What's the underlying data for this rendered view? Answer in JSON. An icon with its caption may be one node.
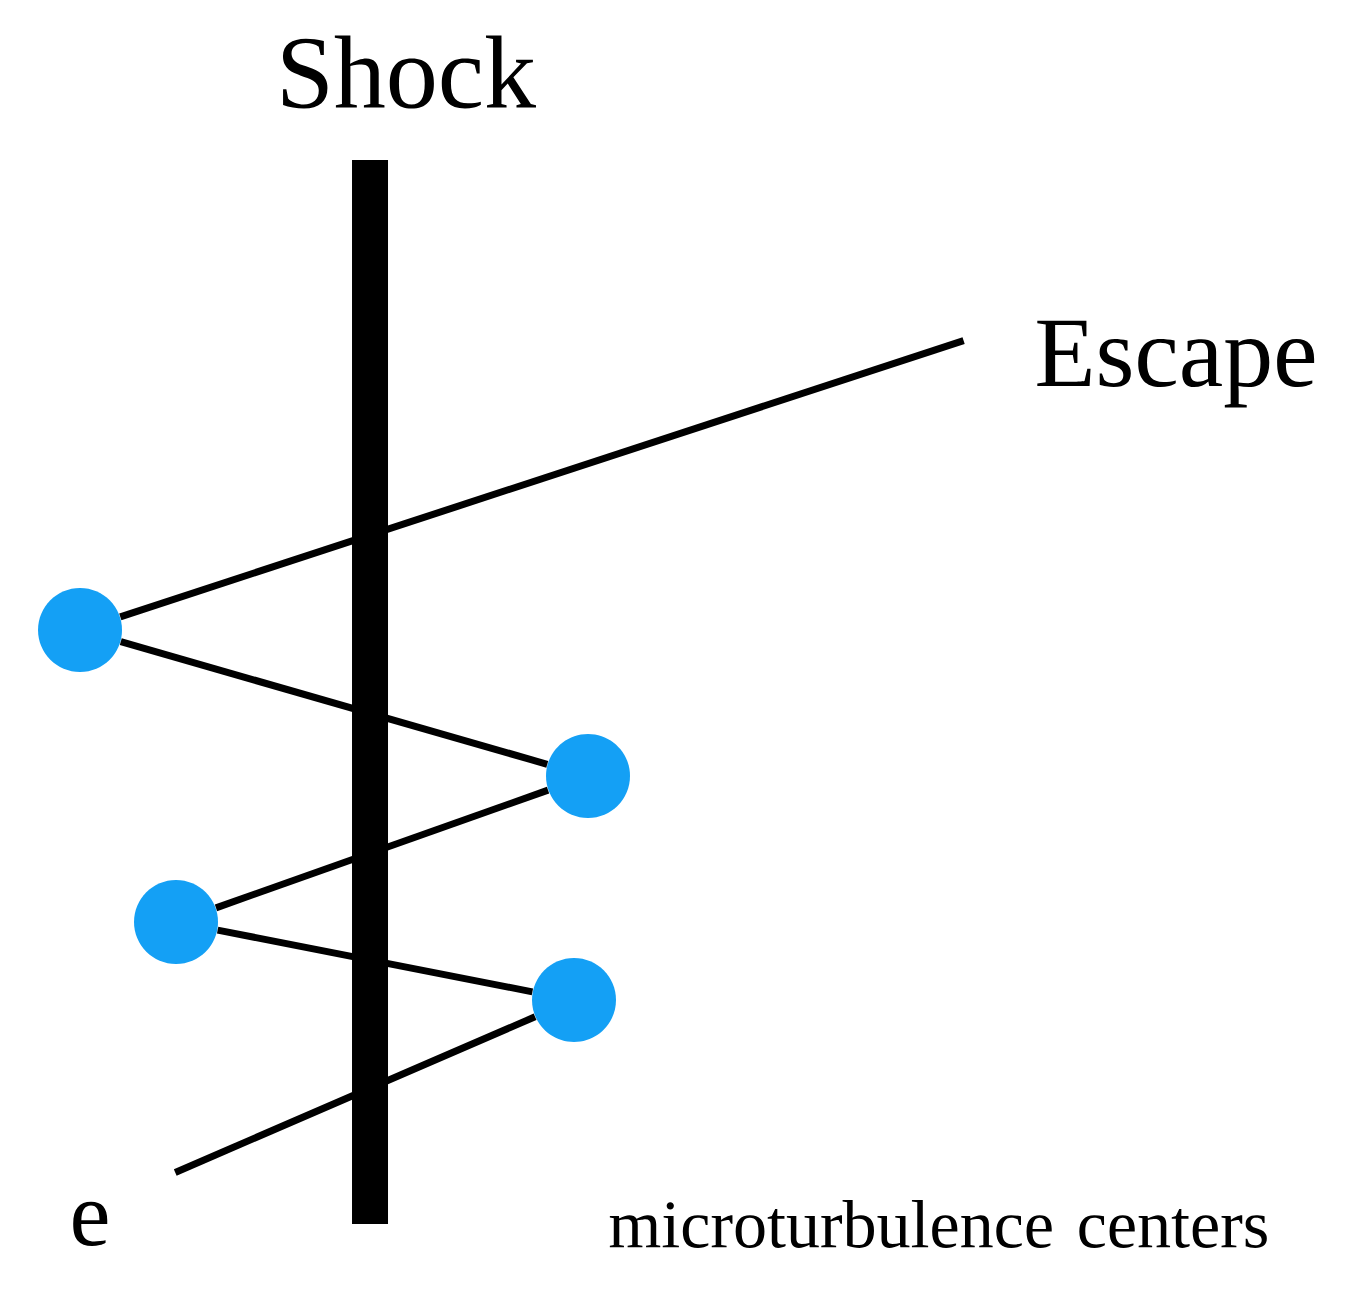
{
  "diagram": {
    "nodes": [
      {
        "text": [
          "Escape"
        ]
      },
      {
        "text": [],
        "shape": "circle"
      },
      {
        "text": [],
        "shape": "circle"
      },
      {
        "text": [],
        "shape": "circle"
      },
      {
        "text": [],
        "shape": "circle"
      },
      {
        "text": [
          "e"
        ]
      }
    ],
    "edges": [
      {
        "from": 5,
        "to": 4,
        "arrow": "none"
      },
      {
        "from": 4,
        "to": 3,
        "arrow": "none"
      },
      {
        "from": 3,
        "to": 2,
        "arrow": "none"
      },
      {
        "from": 2,
        "to": 1,
        "arrow": "none"
      },
      {
        "from": 1,
        "to": 0,
        "arrow": "none"
      }
    ],
    "labels": [
      "Shock",
      "microturbulence centers"
    ]
  }
}
